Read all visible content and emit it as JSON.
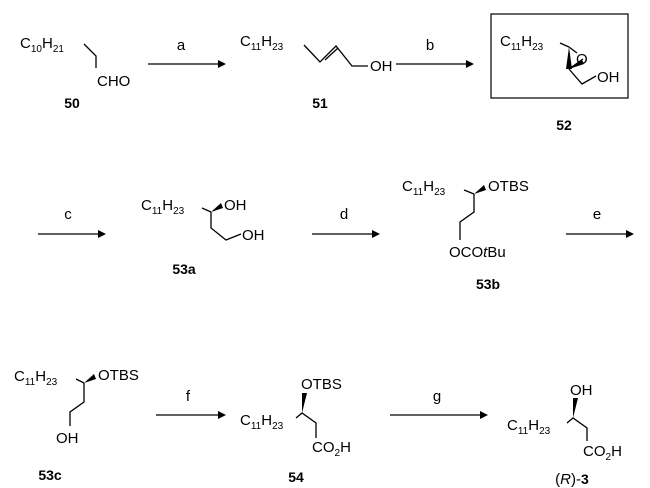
{
  "compounds": {
    "c50": {
      "number": "50",
      "alkyl": "C",
      "alkyl_sub": "10",
      "alkyl_h": "H",
      "alkyl_h_sub": "21",
      "group": "CHO"
    },
    "c51": {
      "number": "51",
      "alkyl": "C",
      "alkyl_sub": "11",
      "alkyl_h": "H",
      "alkyl_h_sub": "23",
      "group": "OH"
    },
    "c52": {
      "number": "52",
      "alkyl": "C",
      "alkyl_sub": "11",
      "alkyl_h": "H",
      "alkyl_h_sub": "23",
      "ring_o": "O",
      "group": "OH"
    },
    "c53a": {
      "number": "53a",
      "alkyl": "C",
      "alkyl_sub": "11",
      "alkyl_h": "H",
      "alkyl_h_sub": "23",
      "group1": "OH",
      "group2": "OH"
    },
    "c53b": {
      "number": "53b",
      "alkyl": "C",
      "alkyl_sub": "11",
      "alkyl_h": "H",
      "alkyl_h_sub": "23",
      "group1": "OTBS",
      "group2": "OCOtBu"
    },
    "c53c": {
      "number": "53c",
      "alkyl": "C",
      "alkyl_sub": "11",
      "alkyl_h": "H",
      "alkyl_h_sub": "23",
      "group1": "OTBS",
      "group2": "OH"
    },
    "c54": {
      "number": "54",
      "alkyl": "C",
      "alkyl_sub": "11",
      "alkyl_h": "H",
      "alkyl_h_sub": "23",
      "group1": "OTBS",
      "acid": "CO",
      "acid_sub": "2",
      "acid_h": "H"
    },
    "r3": {
      "prefix": "(",
      "config": "R",
      "suffix": ")-",
      "number": "3",
      "alkyl": "C",
      "alkyl_sub": "11",
      "alkyl_h": "H",
      "alkyl_h_sub": "23",
      "group1": "OH",
      "acid": "CO",
      "acid_sub": "2",
      "acid_h": "H"
    }
  },
  "steps": [
    "a",
    "b",
    "c",
    "d",
    "e",
    "f",
    "g"
  ]
}
